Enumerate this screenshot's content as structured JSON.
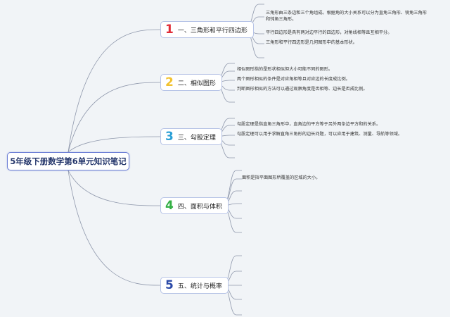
{
  "root": {
    "label": "5年级下册数学第6单元知识笔记"
  },
  "topics": [
    {
      "num": "1",
      "label": "一、三角形和平行四边形",
      "color": "#e02c37",
      "notes": [
        "三角形由三条边和三个角组成。根据角的大小关系可以分为直角三角形、锐角三角形和钝角三角形。",
        "平行四边形是具有两对边平行的四边形，对角线相等且互相平分。",
        "三角形和平行四边形是几何图形中的基本形状。"
      ]
    },
    {
      "num": "2",
      "label": "二、相似图形",
      "color": "#f2c230",
      "notes": [
        "相似图形指的是形状相似但大小可能不同的图形。",
        "两个图形相似的条件是对应角相等且对应边的长度成比例。",
        "判断图形相似的方法可以通过观察角度是否相等、边长是否成比例。"
      ]
    },
    {
      "num": "3",
      "label": "三、勾股定理",
      "color": "#2a9fd6",
      "notes": [
        "勾股定理是指直角三角形中，直角边的平方等于另外两条边平方和的关系。",
        "勾股定理可以用于求解直角三角形的边长问题，可以应用于建筑、测量、导航等领域。"
      ]
    },
    {
      "num": "4",
      "label": "四、面积与体积",
      "color": "#35b046",
      "notes": [
        "面积是指平面图形所覆盖的区域的大小。"
      ]
    },
    {
      "num": "5",
      "label": "五、统计与概率",
      "color": "#2b4aa8",
      "notes": []
    }
  ],
  "colors": {
    "line": "#8e97ab",
    "background": "#f1f4f7"
  }
}
